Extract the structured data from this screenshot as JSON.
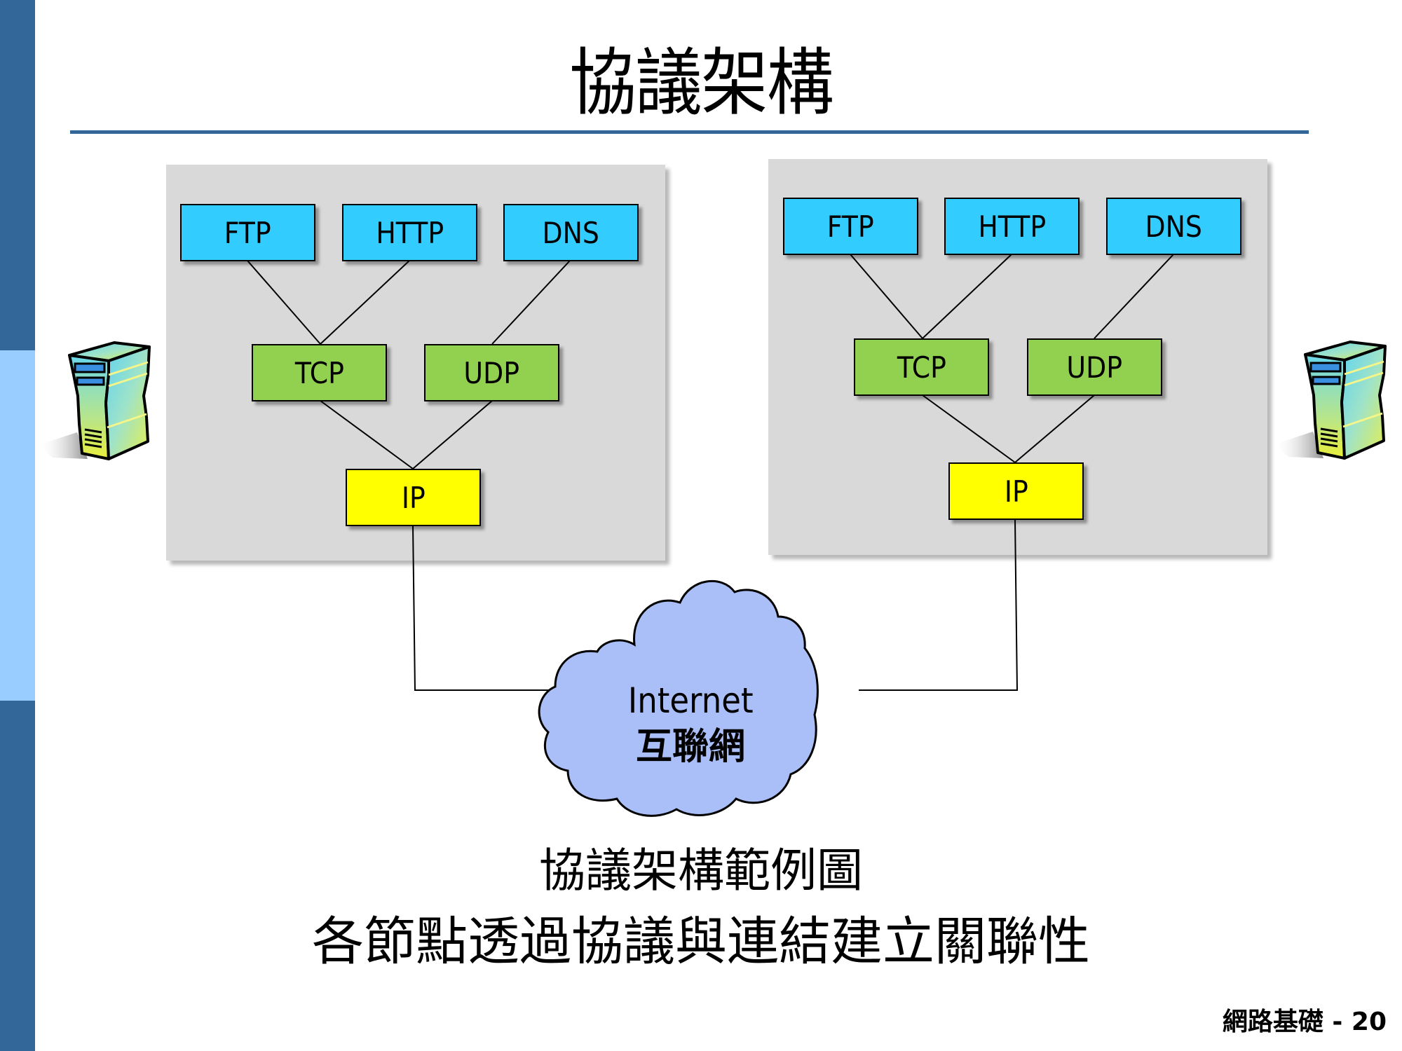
{
  "slide": {
    "title": "協議架構",
    "footer": "網路基礎 - 20",
    "colors": {
      "sidebar_dark": "#336699",
      "sidebar_light": "#99ccff",
      "title_rule": "#336699",
      "panel_bg": "#d9d9d9",
      "application_layer": "#33ccff",
      "transport_layer": "#92d050",
      "network_layer": "#ffff00",
      "cloud_fill": "#aabff8"
    }
  },
  "diagram": {
    "hosts": [
      {
        "name": "left-host",
        "icon": "server-icon",
        "application": [
          "FTP",
          "HTTP",
          "DNS"
        ],
        "transport": [
          "TCP",
          "UDP"
        ],
        "network": "IP"
      },
      {
        "name": "right-host",
        "icon": "server-icon",
        "application": [
          "FTP",
          "HTTP",
          "DNS"
        ],
        "transport": [
          "TCP",
          "UDP"
        ],
        "network": "IP"
      }
    ],
    "links": [
      {
        "from": "FTP",
        "to": "TCP"
      },
      {
        "from": "HTTP",
        "to": "TCP"
      },
      {
        "from": "DNS",
        "to": "UDP"
      },
      {
        "from": "TCP",
        "to": "IP"
      },
      {
        "from": "UDP",
        "to": "IP"
      },
      {
        "from": "left-host.IP",
        "to": "Internet"
      },
      {
        "from": "right-host.IP",
        "to": "Internet"
      }
    ],
    "cloud": {
      "label_en": "Internet",
      "label_zh": "互聯網"
    }
  },
  "caption": {
    "line1": "協議架構範例圖",
    "line2": "各節點透過協議與連結建立關聯性"
  }
}
